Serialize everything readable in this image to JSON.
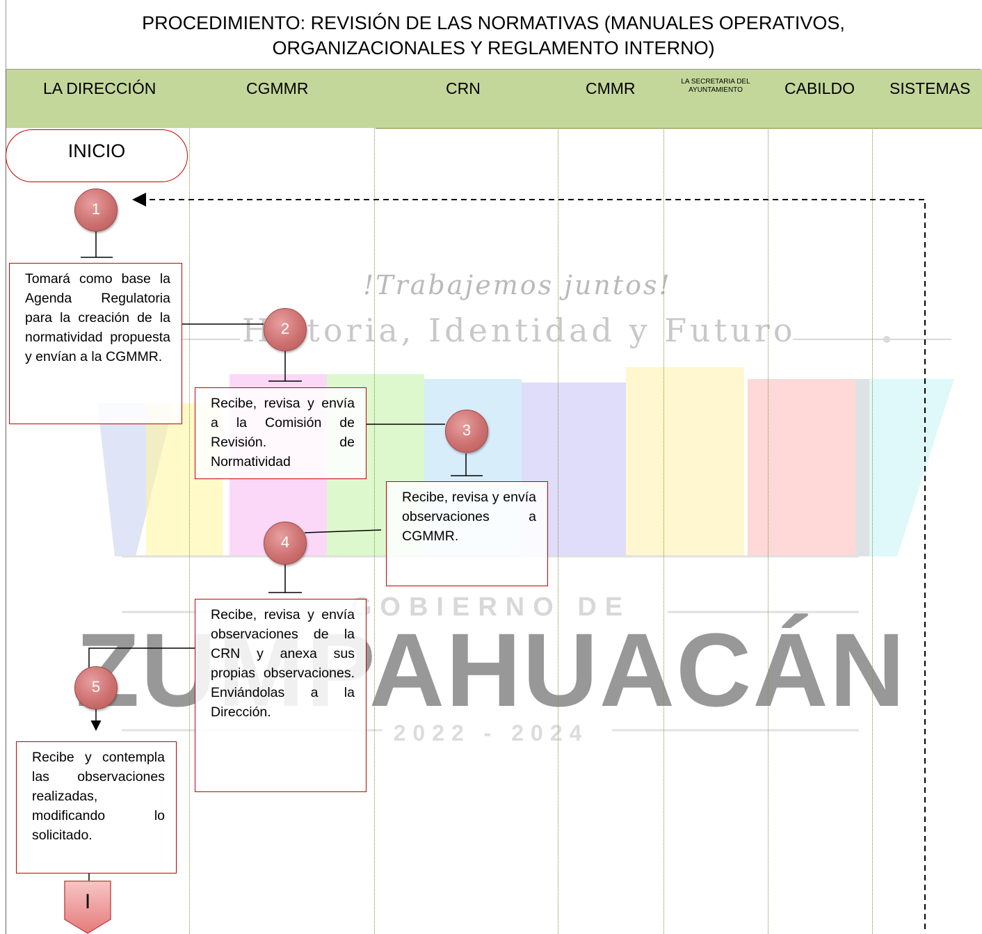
{
  "title": {
    "line1": "PROCEDIMIENTO: REVISIÓN DE LAS NORMATIVAS (MANUALES OPERATIVOS,",
    "line2": "ORGANIZACIONALES Y REGLAMENTO INTERNO)"
  },
  "lanes": [
    "LA DIRECCIÓN",
    "CGMMR",
    "CRN",
    "CMMR",
    "LA SECRETARIA DEL AYUNTAMIENTO",
    "CABILDO",
    "SISTEMAS"
  ],
  "start_label": "INICIO",
  "steps": [
    {
      "number": "1"
    },
    {
      "number": "2",
      "text": "Tomará como base la Agenda Regulatoria para la creación de la normatividad propuesta y envían a la CGMMR."
    },
    {
      "number": "3",
      "text": "Recibe, revisa y envía a la Comisión de Revisión. de Normatividad"
    },
    {
      "number": "4",
      "text": "Recibe, revisa y envía observaciones a CGMMR."
    },
    {
      "number": "5",
      "text": "Recibe, revisa y envía observaciones de la CRN y anexa sus propias observaciones. Enviándolas a la Dirección."
    },
    {
      "text": "Recibe y contempla las observaciones realizadas, modificando lo solicitado."
    }
  ],
  "connector_label": "I",
  "watermark": {
    "slogan": "!Trabajemos juntos!",
    "tagline": "Historia, Identidad y Futuro",
    "gobierno": "GOBIERNO DE",
    "municipio": "ZUMPAHUACÁN",
    "years": "2022 - 2024"
  }
}
